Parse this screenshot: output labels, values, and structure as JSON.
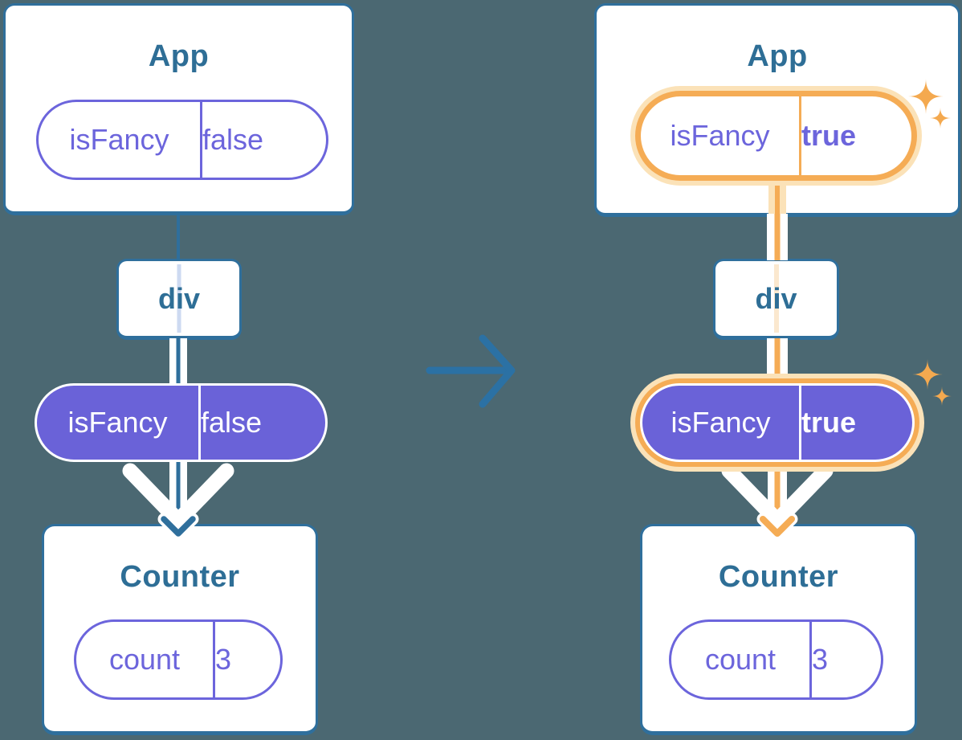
{
  "colors": {
    "background": "#4B6872",
    "card_border": "#2F6F9C",
    "heading_text": "#2E6E96",
    "arrow_blue": "#2B71A4",
    "purple": "#6C65DC",
    "purple_fill": "#6A62D8",
    "orange": "#F5AC55",
    "orange_halo": "#FBE2B8",
    "orange_faint": "#FBE8CF",
    "lavender_faint": "#CDDAF1",
    "sparkle": "#F4A94F"
  },
  "before_tree": {
    "app_card": {
      "title": "App",
      "state_pill": {
        "key": "isFancy",
        "value": "false"
      }
    },
    "div_card": {
      "label": "div"
    },
    "prop_pill": {
      "key": "isFancy",
      "value": "false"
    },
    "counter_card": {
      "title": "Counter",
      "state_pill": {
        "key": "count",
        "value": "3"
      }
    }
  },
  "after_tree": {
    "app_card": {
      "title": "App",
      "state_pill": {
        "key": "isFancy",
        "value": "true"
      }
    },
    "div_card": {
      "label": "div"
    },
    "prop_pill": {
      "key": "isFancy",
      "value": "true"
    },
    "counter_card": {
      "title": "Counter",
      "state_pill": {
        "key": "count",
        "value": "3"
      }
    }
  }
}
